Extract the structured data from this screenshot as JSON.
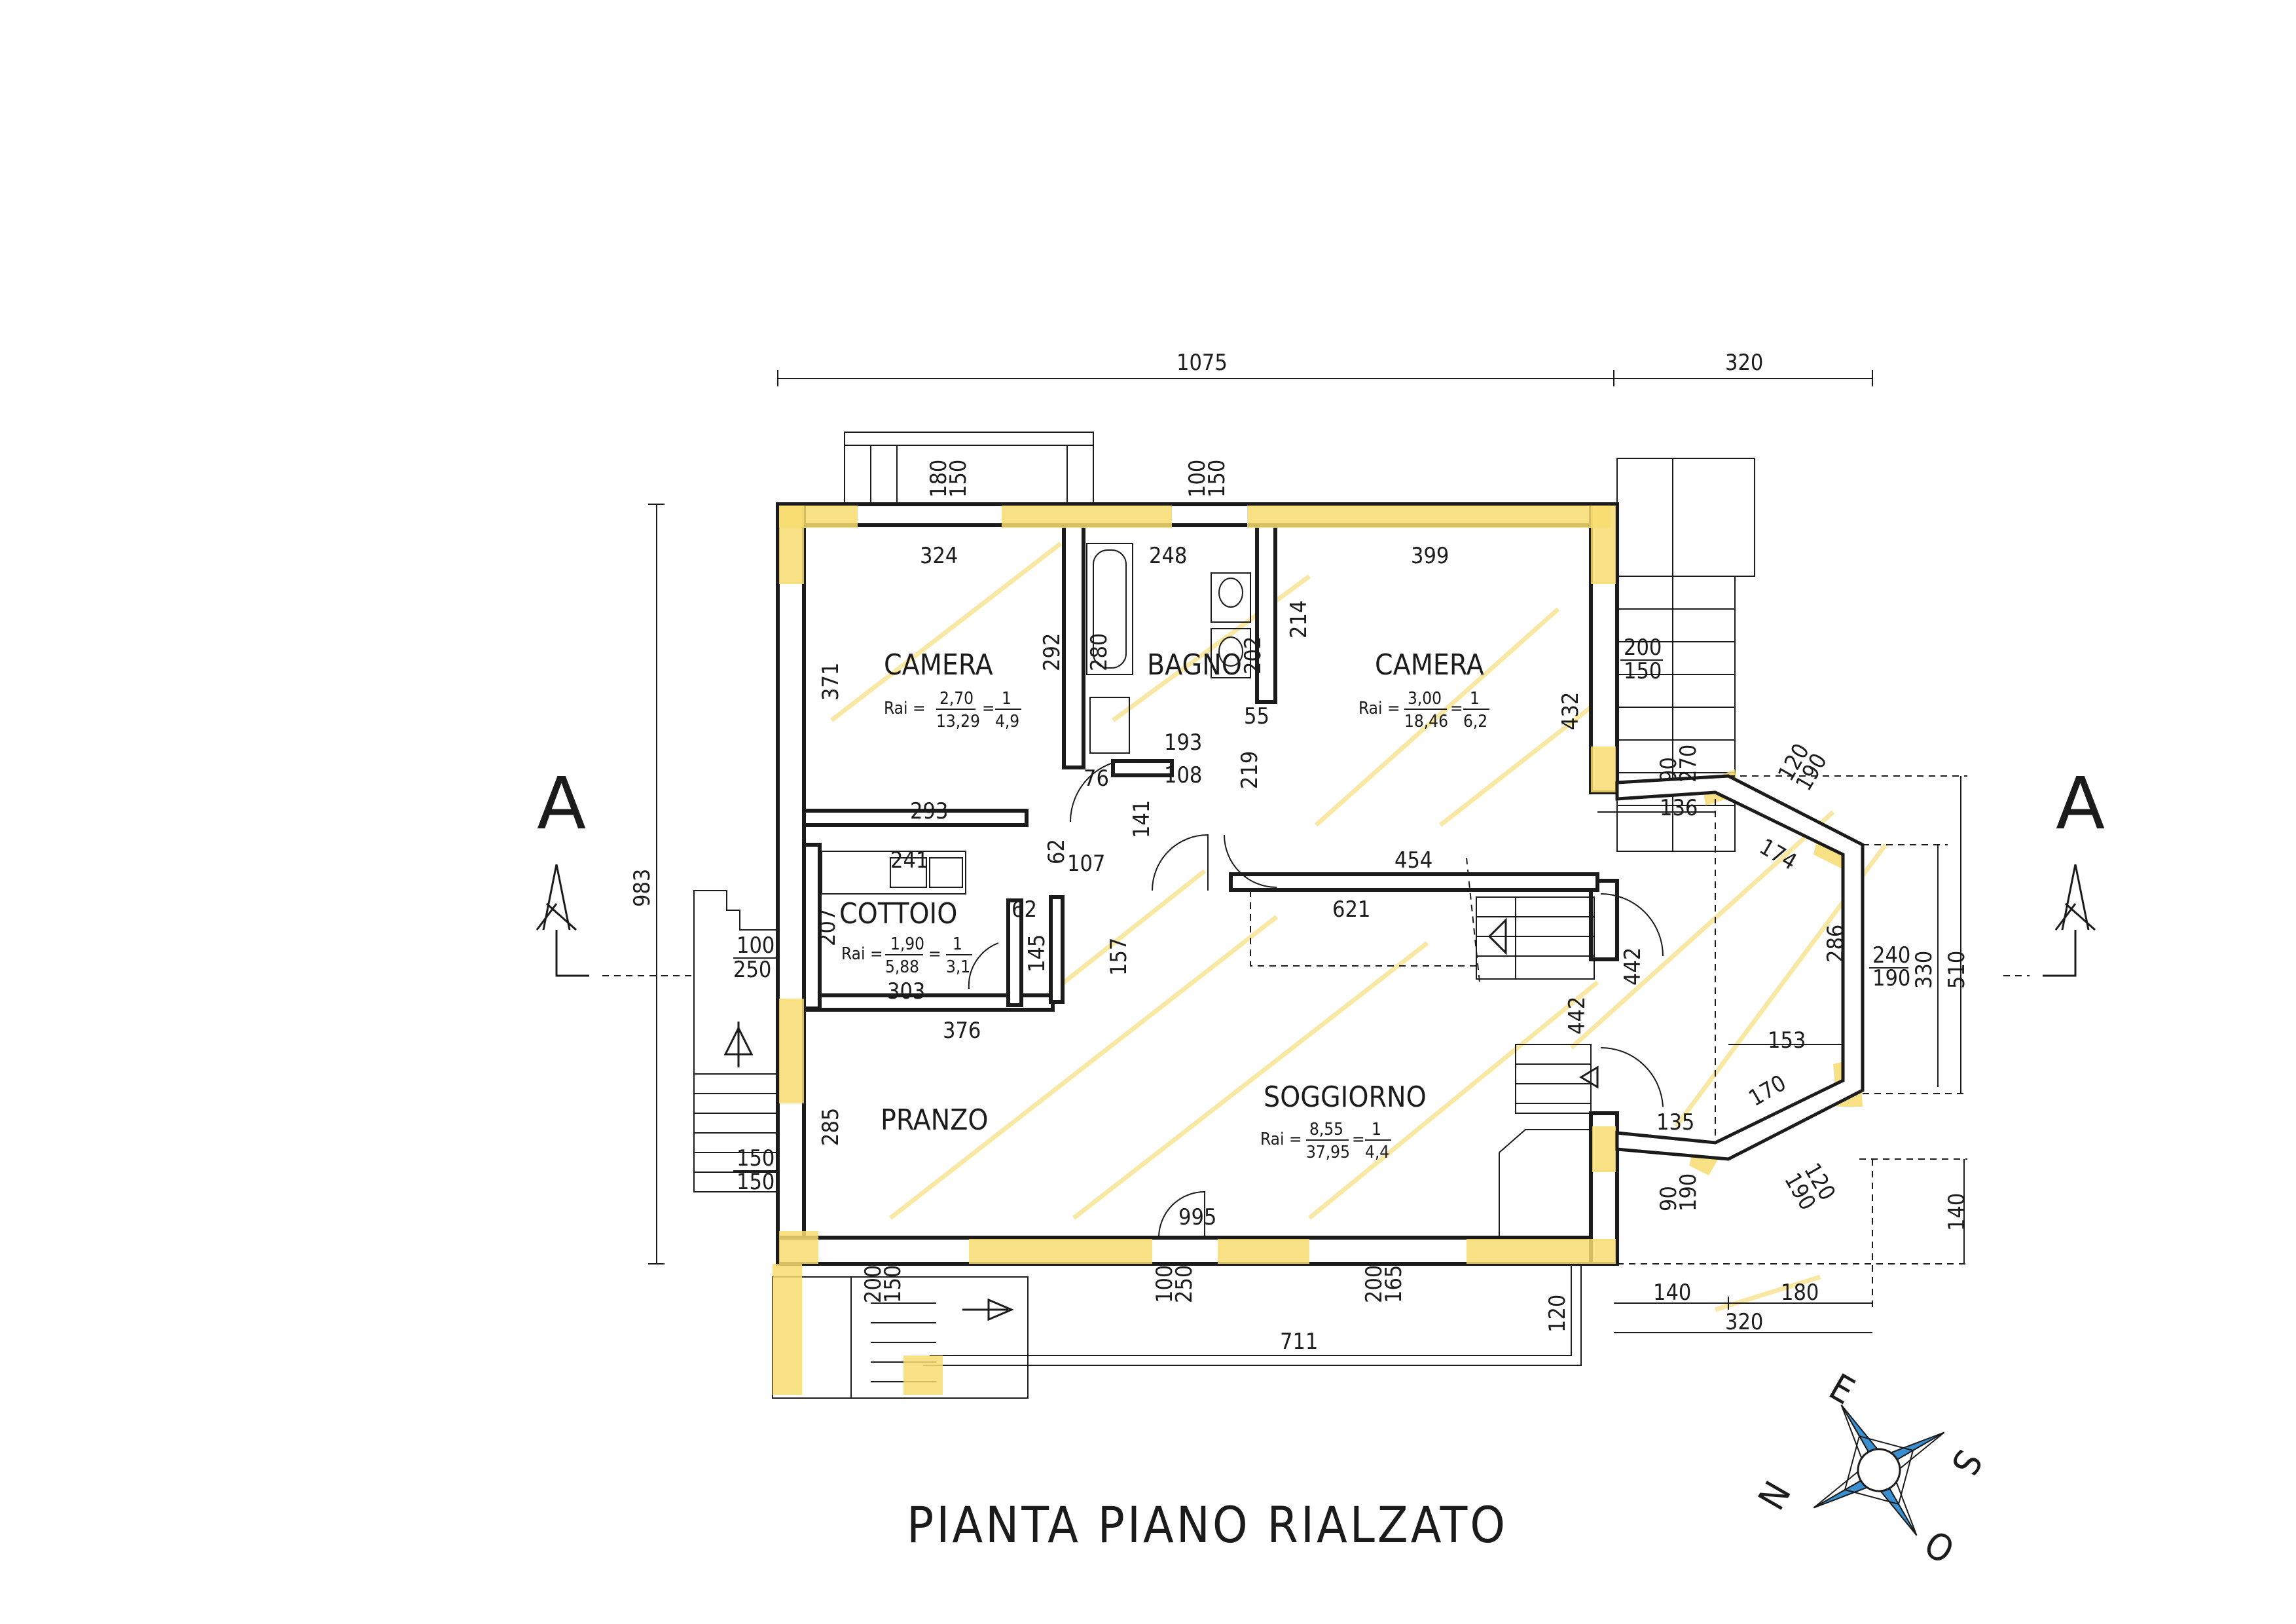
{
  "drawing": {
    "title": "PIANTA PIANO RIALZATO",
    "section_mark": "A"
  },
  "dimensions": {
    "overall_width": "1075",
    "right_width": "320",
    "overall_height": "983",
    "camera1_top": "324",
    "camera1_left": "371",
    "camera1_right": "292",
    "camera1_bottom": "293",
    "bagno_top": "248",
    "bagno_a": "280",
    "bagno_b": "202",
    "bagno_c": "193",
    "bagno_d": "76",
    "bagno_e": "108",
    "bagno_f": "55",
    "camera2_top": "399",
    "camera2_left": "214",
    "camera2_right": "432",
    "camera2_bottom": "454",
    "hall_a": "141",
    "hall_b": "219",
    "hall_c": "62",
    "hall_d": "107",
    "cottoio_top": "241",
    "cottoio_left": "207",
    "cottoio_right": "62",
    "cottoio_b": "145",
    "cottoio_bottom": "303",
    "closet": "157",
    "pranzo_top": "376",
    "pranzo_left": "285",
    "corridor": "621",
    "stair_a": "442",
    "stair_b": "442",
    "soggiorno_bottom": "995",
    "bay_a": "136",
    "bay_b": "174",
    "bay_c": "286",
    "bay_d": "153",
    "bay_e": "170",
    "bay_f": "135",
    "right_h1": "330",
    "right_h2": "510",
    "right_h3": "140",
    "bottom_a": "140",
    "bottom_b": "180",
    "bottom_c": "320",
    "terrace": "711",
    "terrace_h": "120",
    "win_top1_a": "180",
    "win_top1_b": "150",
    "win_top2_a": "100",
    "win_top2_b": "150",
    "win_left_a": "100",
    "win_left_b": "250",
    "win_left2_a": "150",
    "win_left2_b": "150",
    "win_right_a": "200",
    "win_right_b": "150",
    "bay_win1_a": "90",
    "bay_win1_b": "270",
    "bay_win2_a": "120",
    "bay_win2_b": "190",
    "bay_win3_a": "240",
    "bay_win3_b": "190",
    "bay_win4_a": "120",
    "bay_win4_b": "190",
    "bay_win5_a": "90",
    "bay_win5_b": "190",
    "win_bot1_a": "200",
    "win_bot1_b": "150",
    "win_bot2_a": "100",
    "win_bot2_b": "250",
    "win_bot3_a": "200",
    "win_bot3_b": "165"
  },
  "rooms": {
    "camera1": {
      "name": "CAMERA",
      "rai_a": "2,70",
      "rai_b": "13,29",
      "rai_c": "1",
      "rai_d": "4,9"
    },
    "bagno": {
      "name": "BAGNO"
    },
    "camera2": {
      "name": "CAMERA",
      "rai_a": "3,00",
      "rai_b": "18,46",
      "rai_c": "1",
      "rai_d": "6,2"
    },
    "cottoio": {
      "name": "COTTOIO",
      "rai_a": "1,90",
      "rai_b": "5,88",
      "rai_c": "1",
      "rai_d": "3,1"
    },
    "pranzo": {
      "name": "PRANZO"
    },
    "soggiorno": {
      "name": "SOGGIORNO",
      "rai_a": "8,55",
      "rai_b": "37,95",
      "rai_c": "1",
      "rai_d": "4,4"
    }
  },
  "rai_label": "Rai =",
  "compass": {
    "n": "N",
    "e": "E",
    "s": "S",
    "o": "O"
  },
  "colors": {
    "highlight": "#f7dc6e",
    "ink": "#1b1b1b",
    "compass_blue": "#3a8fd0"
  }
}
